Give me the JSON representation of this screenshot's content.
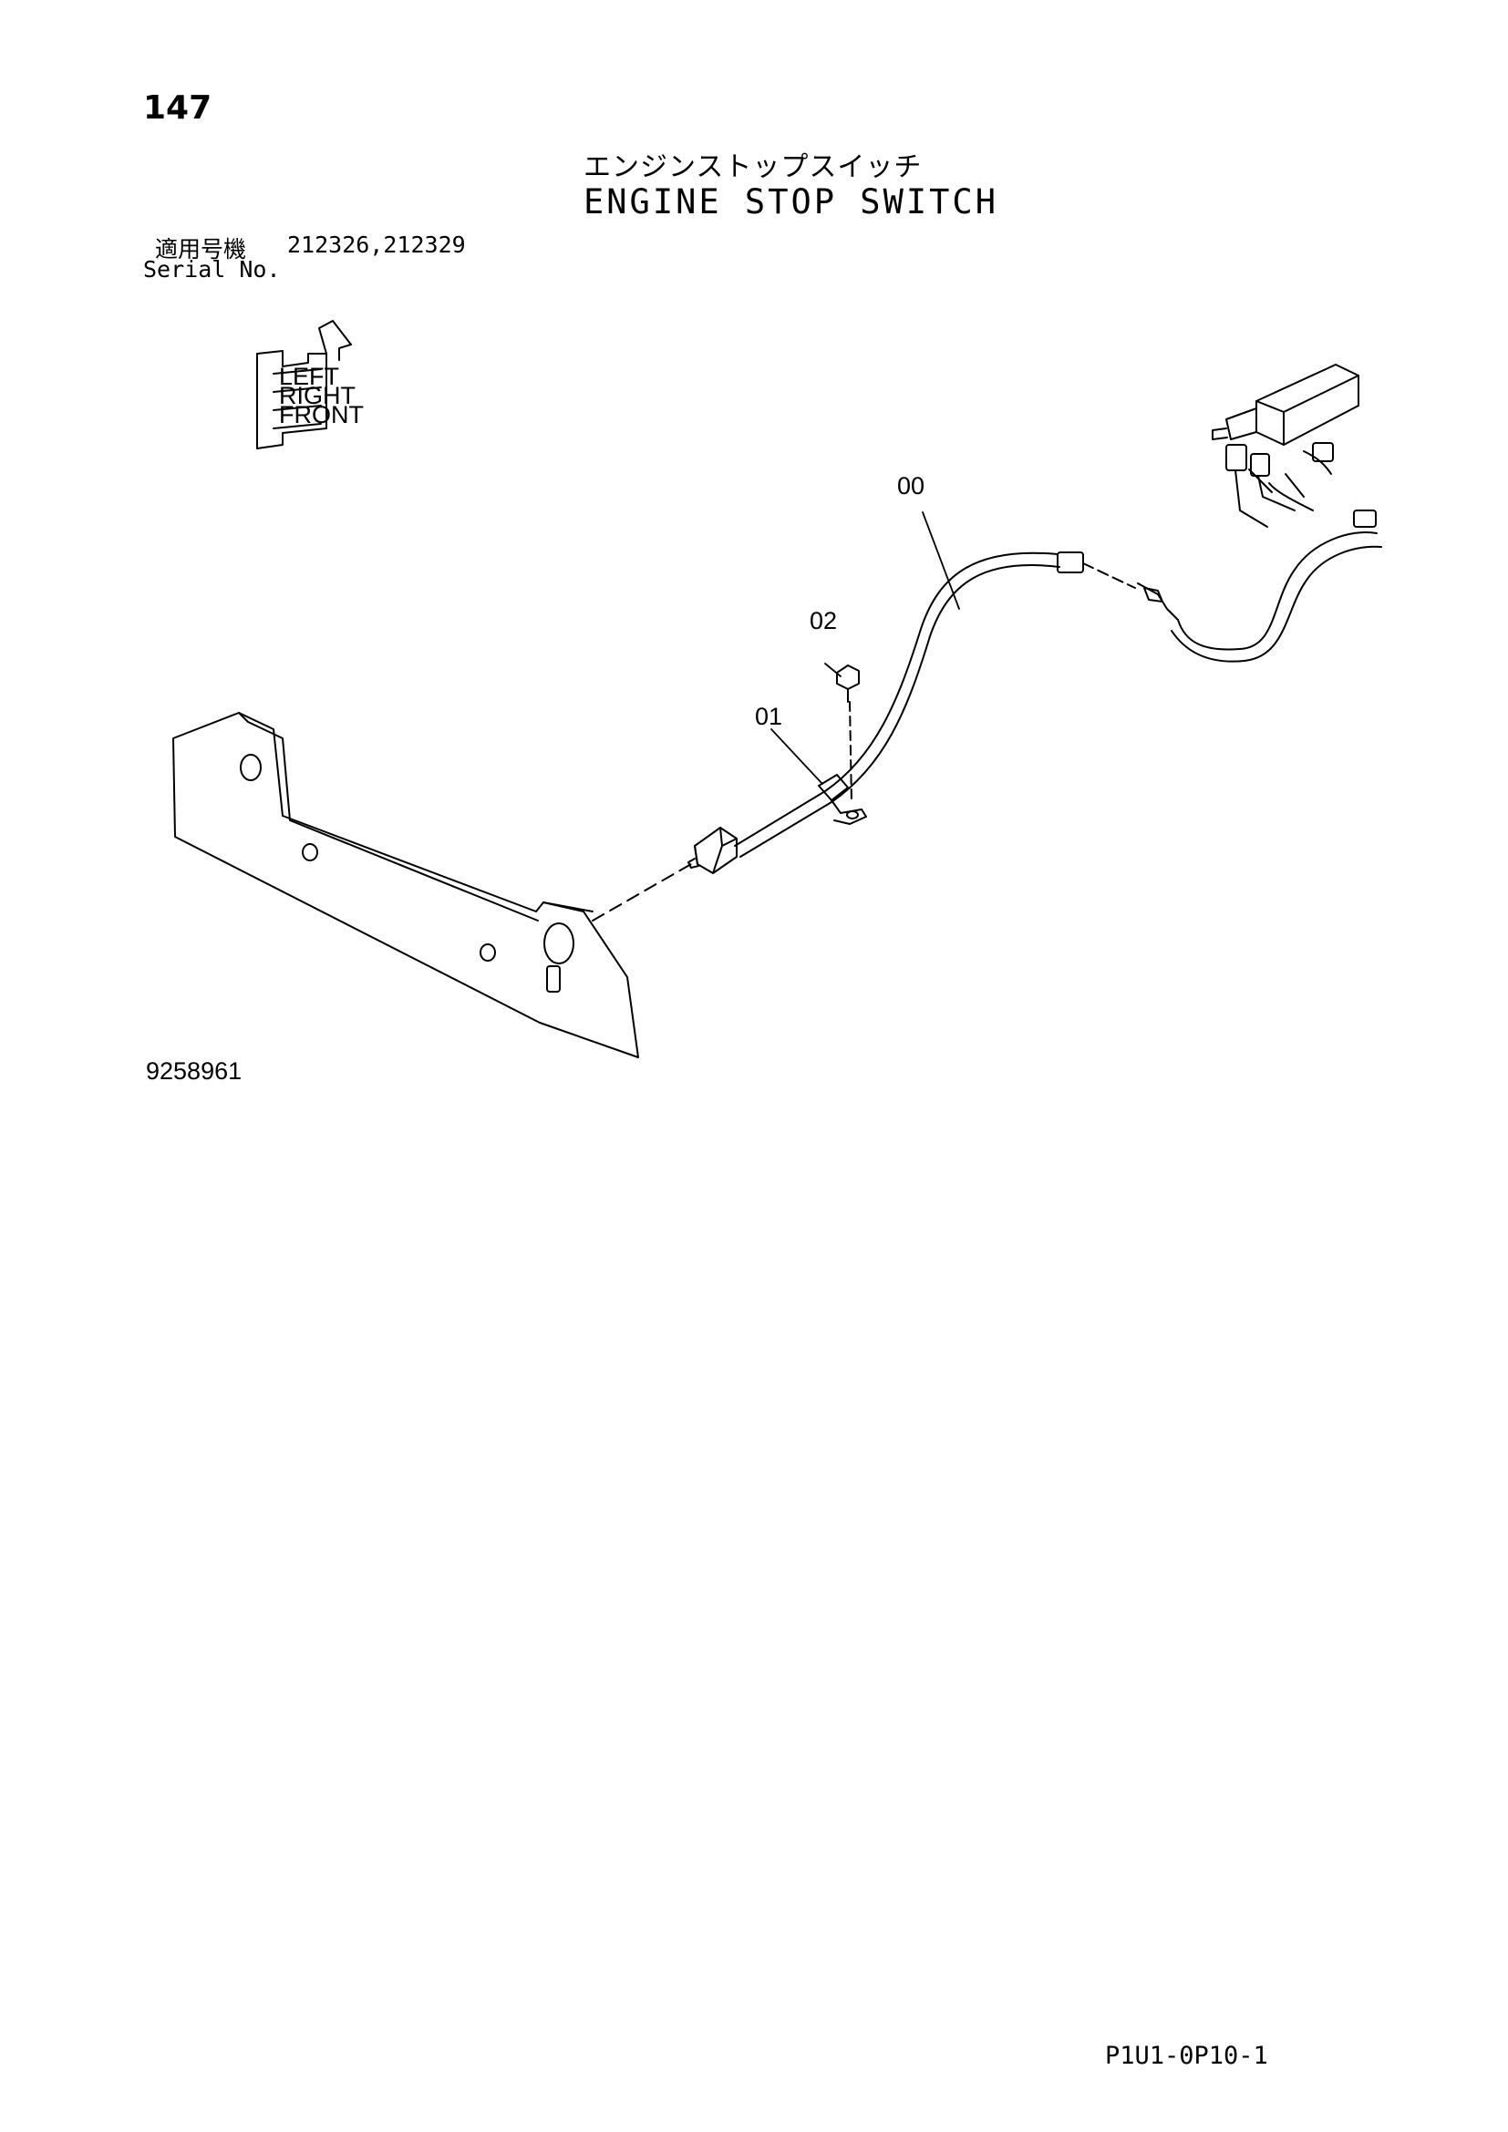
{
  "page_number": "147",
  "title_jp": "エンジンストップスイッチ",
  "title_en": "ENGINE STOP SWITCH",
  "serial": {
    "label_jp": "適用号機",
    "values": "212326,212329",
    "label_en": "Serial No."
  },
  "callouts": {
    "c00": "00",
    "c01": "01",
    "c02": "02"
  },
  "orientation_icon": {
    "labels": [
      "LEFT",
      "RIGHT",
      "FRONT"
    ]
  },
  "drawing_number": "9258961",
  "page_code": "P1U1-0P10-1"
}
